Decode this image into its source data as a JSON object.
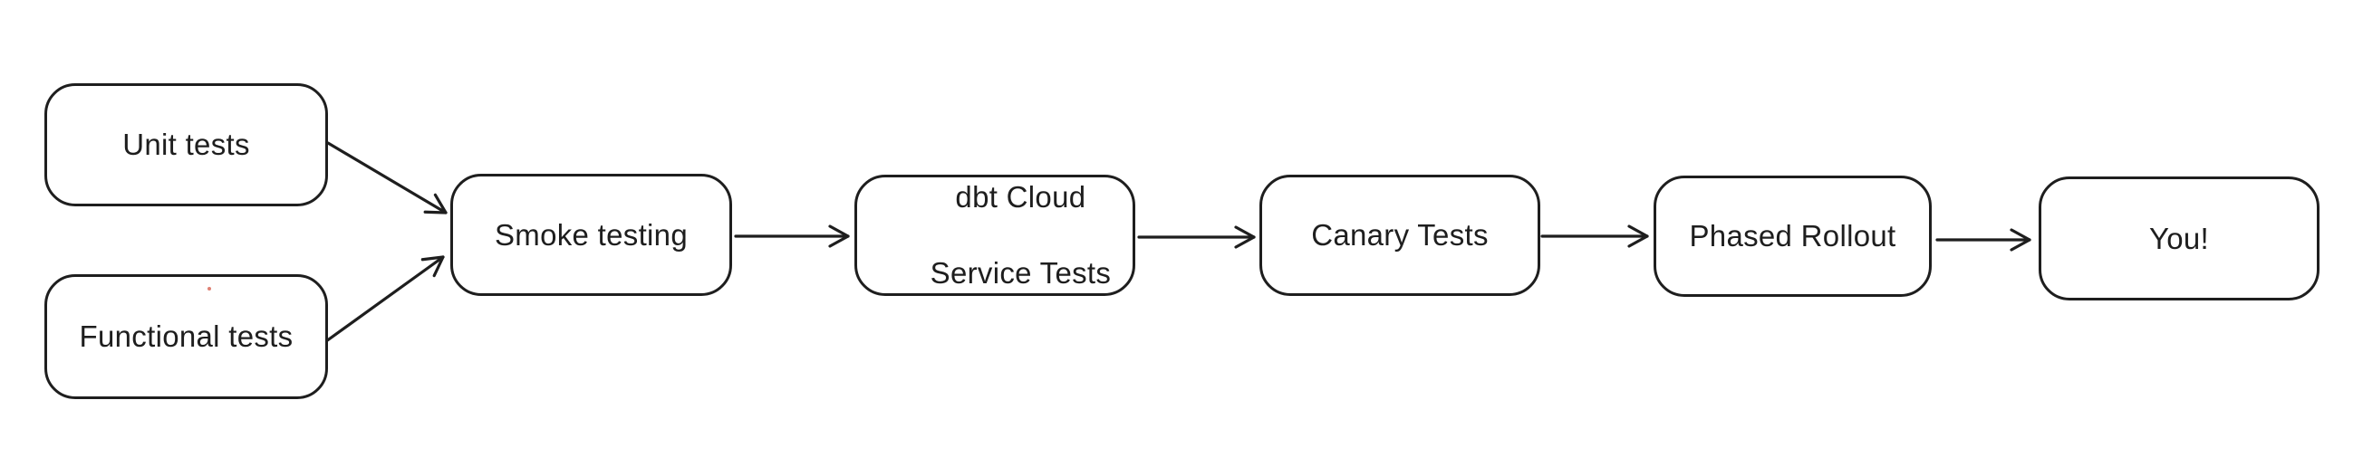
{
  "diagram": {
    "title": "release testing pipeline flowchart",
    "colors": {
      "stroke": "#1e1e1e",
      "node_fill": "#ffffff",
      "background": "#ffffff",
      "artifact_dot": "#d96a5a"
    },
    "nodes": {
      "unit_tests": {
        "label": "Unit tests"
      },
      "functional_tests": {
        "label": "Functional tests"
      },
      "smoke_testing": {
        "label": "Smoke testing"
      },
      "dbt_cloud_service_tests": {
        "lines": [
          "dbt Cloud",
          "Service Tests"
        ]
      },
      "canary_tests": {
        "label": "Canary Tests"
      },
      "phased_rollout": {
        "label": "Phased Rollout"
      },
      "you": {
        "label": "You!"
      }
    },
    "edges": [
      {
        "from": "unit_tests",
        "to": "smoke_testing"
      },
      {
        "from": "functional_tests",
        "to": "smoke_testing"
      },
      {
        "from": "smoke_testing",
        "to": "dbt_cloud_service_tests"
      },
      {
        "from": "dbt_cloud_service_tests",
        "to": "canary_tests"
      },
      {
        "from": "canary_tests",
        "to": "phased_rollout"
      },
      {
        "from": "phased_rollout",
        "to": "you"
      }
    ]
  }
}
